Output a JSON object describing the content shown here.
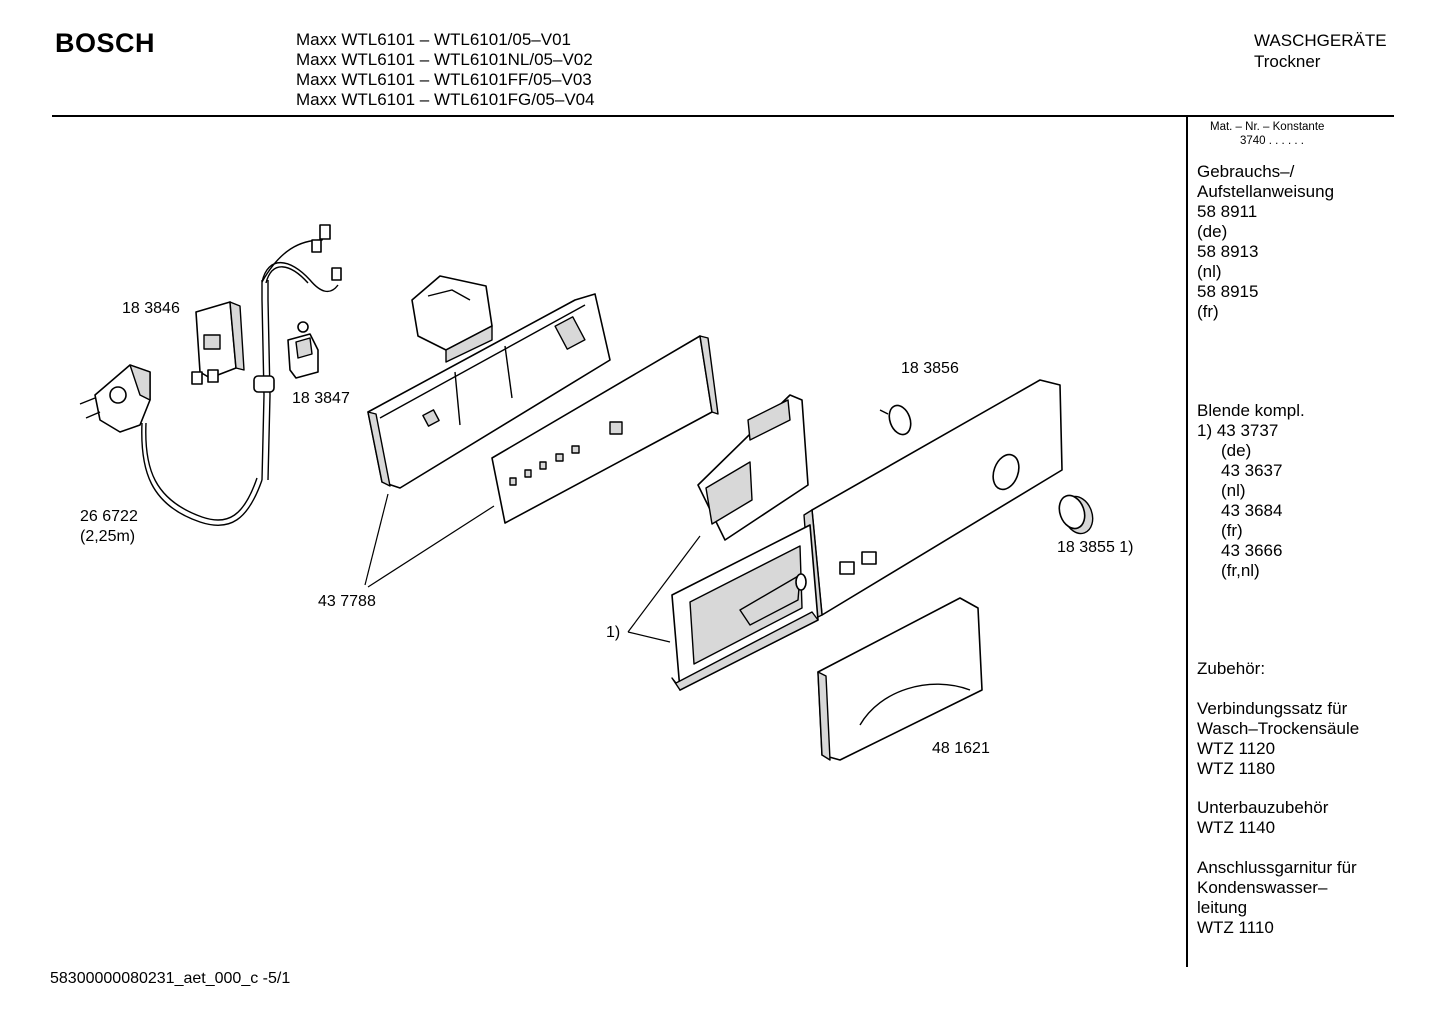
{
  "header": {
    "brand": "BOSCH",
    "models": [
      "Maxx WTL6101 – WTL6101/05–V01",
      "Maxx WTL6101 – WTL6101NL/05–V02",
      "Maxx WTL6101 – WTL6101FF/05–V03",
      "Maxx WTL6101 – WTL6101FG/05–V04"
    ],
    "category": "WASCHGERÄTE",
    "subcategory": "Trockner"
  },
  "sidebar": {
    "matnr_label": "Mat. – Nr. – Konstante",
    "matnr_value": "3740 . . . . . .",
    "manual": [
      "Gebrauchs–/",
      "Aufstellanweisung",
      "58 8911",
      "(de)",
      "58 8913",
      "(nl)",
      "58 8915",
      "(fr)"
    ],
    "blende_title": "Blende kompl.",
    "blende_items": [
      "1) 43 3737",
      "(de)",
      "43 3637",
      "(nl)",
      "43 3684",
      "(fr)",
      "43 3666",
      "(fr,nl)"
    ],
    "zubehoer_title": "Zubehör:",
    "acc1": [
      "Verbindungssatz für",
      "Wasch–Trockensäule",
      "WTZ 1120",
      "WTZ 1180"
    ],
    "acc2": [
      "Unterbauzubehör",
      "WTZ 1140"
    ],
    "acc3": [
      "Anschlussgarnitur für",
      "Kondenswasser–",
      "leitung",
      "WTZ 1110"
    ]
  },
  "labels": {
    "p183846": "18 3846",
    "p183847": "18 3847",
    "p266722": "26 6722",
    "p266722_len": "(2,25m)",
    "p437788": "43 7788",
    "p183856": "18 3856",
    "p183855": "18 3855 1)",
    "p1": "1)",
    "p481621": "48 1621"
  },
  "footer": {
    "code": "58300000080231_aet_000_c -5/1"
  }
}
